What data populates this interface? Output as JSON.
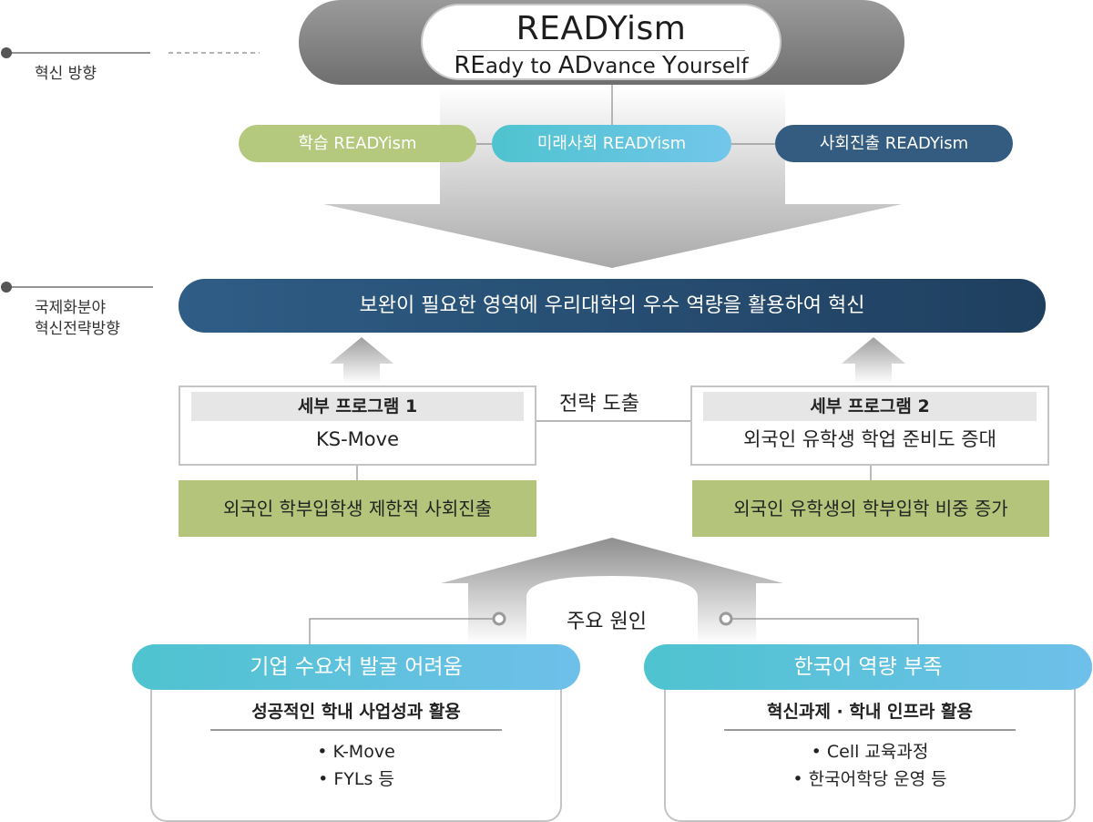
{
  "side_labels": {
    "direction": "혁신 방향",
    "strategy_line1": "국제화분야",
    "strategy_line2": "혁신전략방향"
  },
  "brand": {
    "title": "READYism",
    "subtitle_parts": [
      "RE",
      "ady to ",
      "AD",
      "vance ",
      "Y",
      "ourself"
    ]
  },
  "pillars": [
    "학습 READYism",
    "미래사회 READYism",
    "사회진출 READYism"
  ],
  "main_goal": "보완이 필요한 영역에 우리대학의 우수 역량을 활용하여 혁신",
  "strategy_label": "전략 도출",
  "programs": [
    {
      "head": "세부 프로그램 1",
      "body": "KS-Move",
      "issue": "외국인 학부입학생 제한적 사회진출"
    },
    {
      "head": "세부 프로그램 2",
      "body": "외국인 유학생 학업 준비도 증대",
      "issue": "외국인 유학생의 학부입학 비중 증가"
    }
  ],
  "cause_label": "주요 원인",
  "causes": [
    {
      "title": "기업 수요처 발굴 어려움",
      "head": "성공적인 학내 사업성과 활용",
      "items": [
        "• K-Move",
        "• FYLs 등"
      ]
    },
    {
      "title": "한국어 역량 부족",
      "head": "혁신과제 · 학내 인프라 활용",
      "items": [
        "• Cell 교육과정",
        "• 한국어학당 운영 등"
      ]
    }
  ],
  "colors": {
    "green": "#b4c97e",
    "cyan": "#4fc3cf",
    "navy": "#345b80",
    "main_bar": "#2f5d86",
    "olive": "#b4c47a",
    "gray_arrow": "#a8a8a8"
  }
}
